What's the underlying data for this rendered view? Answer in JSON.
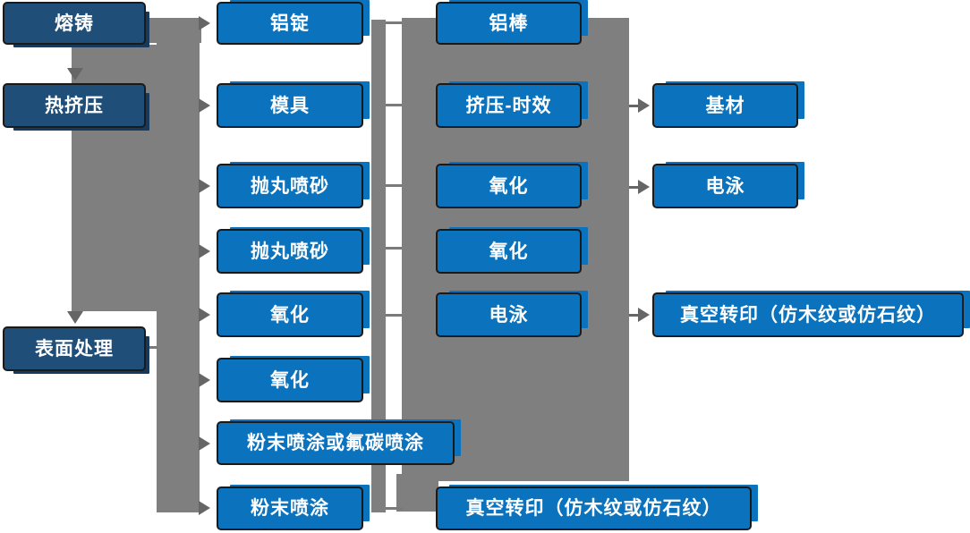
{
  "process_flow": {
    "stage_column": {
      "items": [
        "熔铸",
        "热挤压",
        "表面处理"
      ]
    },
    "prep_column": {
      "items": [
        "铝锭",
        "模具",
        "抛丸喷砂",
        "抛丸喷砂",
        "氧化",
        "氧化",
        "粉末喷涂或氟碳喷涂",
        "粉末喷涂"
      ]
    },
    "process_column": {
      "items": [
        "铝棒",
        "挤压-时效",
        "氧化",
        "氧化",
        "电泳",
        "真空转印（仿木纹或仿石纹）"
      ]
    },
    "output_column": {
      "items": [
        "基材",
        "电泳",
        "真空转印（仿木纹或仿石纹）"
      ]
    }
  },
  "colors": {
    "node_fill": "#0b72be",
    "stage_node_fill": "#1f4e79",
    "node_border": "#1a1a1a",
    "node_text": "#ffffff",
    "connector_gray": "#7f7f7f",
    "arrowhead_gray": "#666666",
    "background": "#ffffff"
  }
}
